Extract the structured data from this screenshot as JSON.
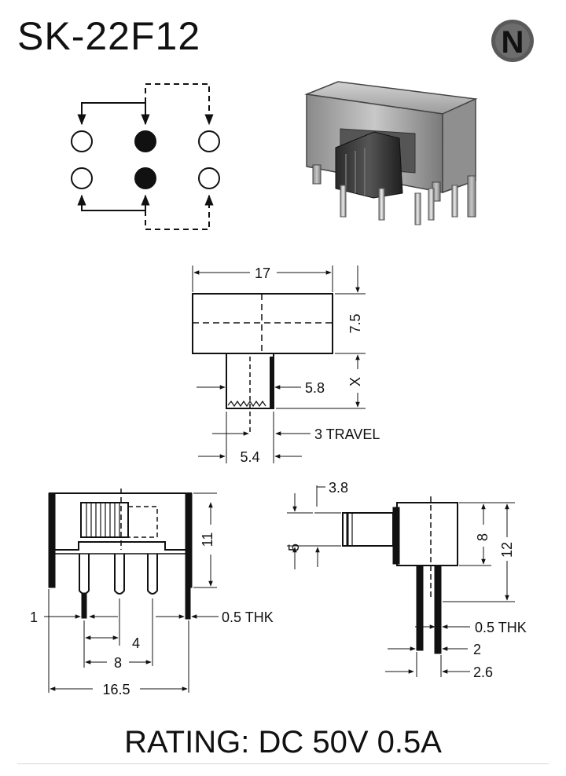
{
  "title": "SK-22F12",
  "logo": {
    "letter": "N"
  },
  "rating": "RATING: DC 50V 0.5A",
  "top_view": {
    "width": "17",
    "height": "7.5",
    "actuator_height": "X",
    "actuator_width": "5.8",
    "travel": "3 TRAVEL",
    "actuator_offset": "5.4"
  },
  "front_view": {
    "height": "11",
    "pin_width": "1",
    "pitch": "4",
    "pin_span": "8",
    "total_width": "16.5",
    "thickness": "0.5 THK"
  },
  "side_view": {
    "actuator_len": "3.8",
    "actuator_h": "5",
    "body_h": "8",
    "total_h": "12",
    "thickness": "0.5 THK",
    "pin_sp1": "2",
    "pin_sp2": "2.6"
  }
}
